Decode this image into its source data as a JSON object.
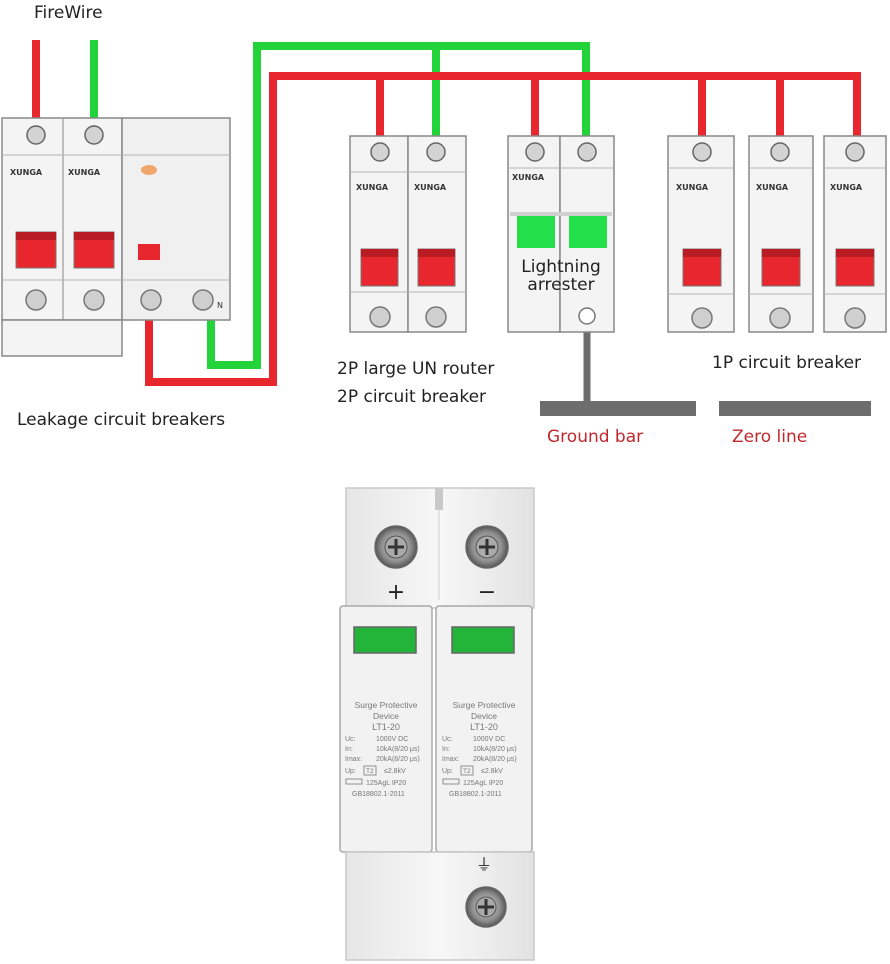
{
  "diagram": {
    "labels": {
      "firewire": "FireWire",
      "leakage": "Leakage circuit breakers",
      "router_line1": "2P large UN router",
      "router_line2": "2P circuit breaker",
      "arrester_line1": "Lightning",
      "arrester_line2": "arrester",
      "breaker_1p": "1P circuit breaker",
      "ground_bar": "Ground bar",
      "zero_line": "Zero line"
    },
    "brand_text": "XUNGA",
    "neutral_mark": "N"
  },
  "device": {
    "plus_mark": "+",
    "minus_mark": "−",
    "ground_symbol": "⏚",
    "module_text": [
      "Surge Protective",
      "Device",
      "LT1-20",
      "Uc:",
      "1000V DC",
      "In:",
      "10kA(8/20 μs)",
      "Imax:",
      "20kA(8/20 μs)",
      "Up:",
      "T2",
      "≤2.8kV",
      "125AgL IP20",
      "GB18802.1-2011"
    ]
  },
  "colors": {
    "live_wire": "#e8262d",
    "neutral_wire": "#22d33a",
    "indicator_window": "#21c23a",
    "handle": "#e8262d",
    "ground_bar": "#6d6d6d",
    "label_red": "#c0282c"
  }
}
